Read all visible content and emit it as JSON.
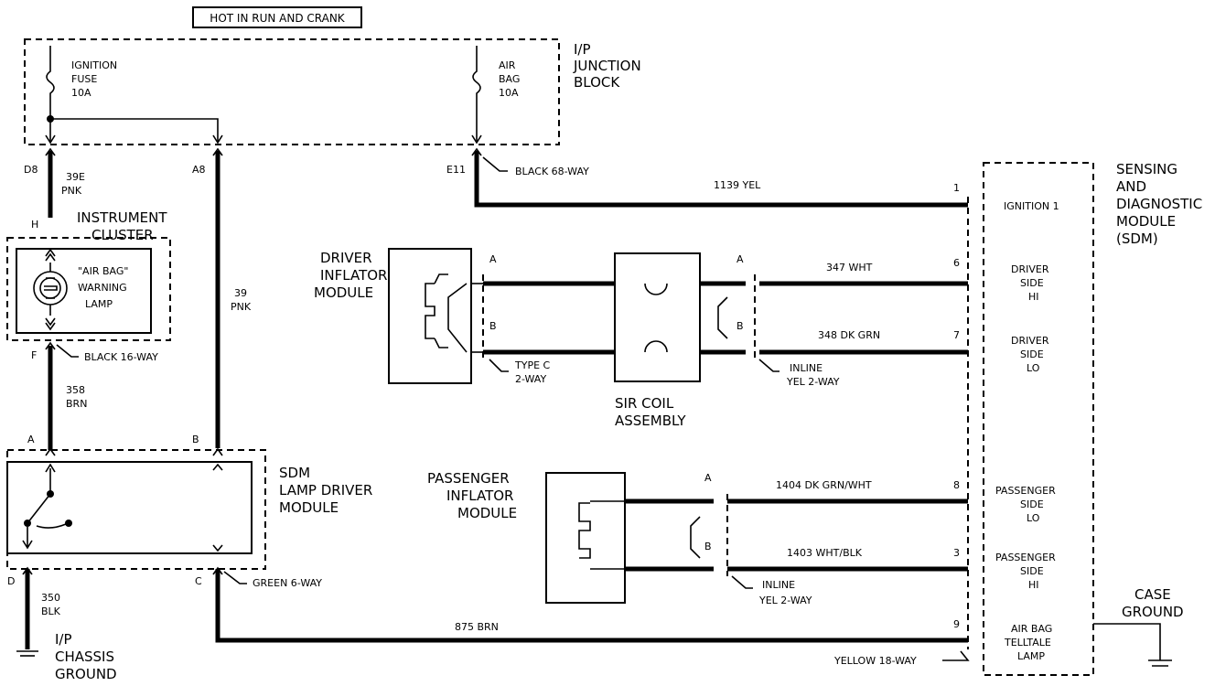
{
  "header": {
    "hot_label": "HOT IN RUN AND CRANK"
  },
  "ip_junction_block": {
    "title_line1": "I/P",
    "title_line2": "JUNCTION",
    "title_line3": "BLOCK",
    "fuse1": [
      "IGNITION",
      "FUSE",
      "10A"
    ],
    "fuse2": [
      "AIR",
      "BAG",
      "10A"
    ],
    "pins": {
      "d8": "D8",
      "a8": "A8",
      "e11": "E11"
    },
    "connector": "BLACK 68-WAY"
  },
  "wires": {
    "w39e": [
      "39E",
      "PNK"
    ],
    "w39": [
      "39",
      "PNK"
    ],
    "w358": [
      "358",
      "BRN"
    ],
    "w350": [
      "350",
      "BLK"
    ],
    "w1139": "1139 YEL",
    "w347": "347 WHT",
    "w348": "348 DK GRN",
    "w1404": "1404 DK GRN/WHT",
    "w1403": "1403 WHT/BLK",
    "w875": "875 BRN"
  },
  "instrument_cluster": {
    "title": [
      "INSTRUMENT",
      "CLUSTER"
    ],
    "lamp": [
      "\"AIR BAG\"",
      "WARNING",
      "LAMP"
    ],
    "pin_h": "H",
    "pin_f": "F",
    "connector": "BLACK 16-WAY"
  },
  "lamp_driver": {
    "title": [
      "SDM",
      "LAMP DRIVER",
      "MODULE"
    ],
    "pins": {
      "a": "A",
      "b": "B",
      "c": "C",
      "d": "D"
    },
    "connector": "GREEN 6-WAY"
  },
  "chassis_ground": [
    "I/P",
    "CHASSIS",
    "GROUND"
  ],
  "driver_inflator": {
    "title": [
      "DRIVER",
      "INFLATOR",
      "MODULE"
    ],
    "pin_a": "A",
    "pin_b": "B",
    "connector": [
      "TYPE C",
      "2-WAY"
    ]
  },
  "sir_coil": {
    "title": [
      "SIR COIL",
      "ASSEMBLY"
    ],
    "pin_a": "A",
    "pin_b": "B",
    "connector": [
      "INLINE",
      "YEL 2-WAY"
    ]
  },
  "passenger_inflator": {
    "title": [
      "PASSENGER",
      "INFLATOR",
      "MODULE"
    ],
    "pin_a": "A",
    "pin_b": "B",
    "connector": [
      "INLINE",
      "YEL 2-WAY"
    ]
  },
  "sdm": {
    "title": [
      "SENSING",
      "AND",
      "DIAGNOSTIC",
      "MODULE",
      "(SDM)"
    ],
    "pins": {
      "p1": "1",
      "p6": "6",
      "p7": "7",
      "p8": "8",
      "p3": "3",
      "p9": "9"
    },
    "ignition": "IGNITION 1",
    "driver_hi": [
      "DRIVER",
      "SIDE",
      "HI"
    ],
    "driver_lo": [
      "DRIVER",
      "SIDE",
      "LO"
    ],
    "pass_lo": [
      "PASSENGER",
      "SIDE",
      "LO"
    ],
    "pass_hi": [
      "PASSENGER",
      "SIDE",
      "HI"
    ],
    "telltale": [
      "AIR BAG",
      "TELLTALE",
      "LAMP"
    ],
    "connector": "YELLOW 18-WAY"
  },
  "case_ground": [
    "CASE",
    "GROUND"
  ]
}
